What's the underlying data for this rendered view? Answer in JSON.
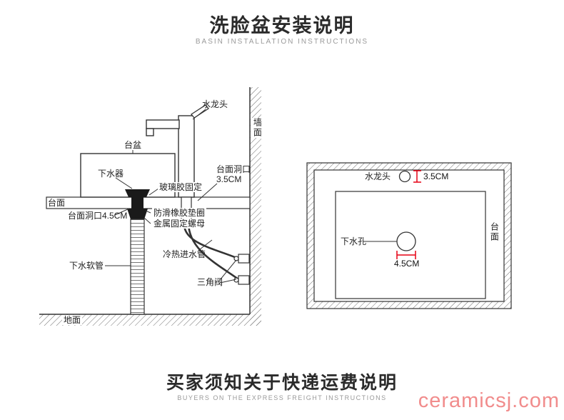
{
  "header": {
    "title": "洗脸盆安装说明",
    "subtitle": "BASIN INSTALLATION INSTRUCTIONS"
  },
  "side_view": {
    "faucet": "水龙头",
    "wall": "墙面",
    "basin": "台盆",
    "drain": "下水器",
    "countertop": "台面",
    "hole_top": "台面洞口\n3.5CM",
    "glass_glue": "玻璃胶固定",
    "hole_bottom": "台面洞口4.5CM",
    "washer": "防滑橡胶垫圈",
    "nut": "金属固定螺母",
    "inlet_pipes": "冷热进水管",
    "drain_hose": "下水软管",
    "angle_valve": "三角阀",
    "ground": "地面"
  },
  "top_view": {
    "faucet": "水龙头",
    "faucet_size": "3.5CM",
    "drain_hole": "下水孔",
    "drain_size": "4.5CM",
    "countertop": "台面"
  },
  "footer": {
    "title": "买家须知关于快递运费说明",
    "subtitle": "BUYERS ON THE EXPRESS FREIGHT INSTRUCTIONS",
    "watermark": "ceramicsj.com"
  },
  "colors": {
    "line": "#333333",
    "dimension_red": "#e60012",
    "watermark_pink": "#f08080"
  }
}
